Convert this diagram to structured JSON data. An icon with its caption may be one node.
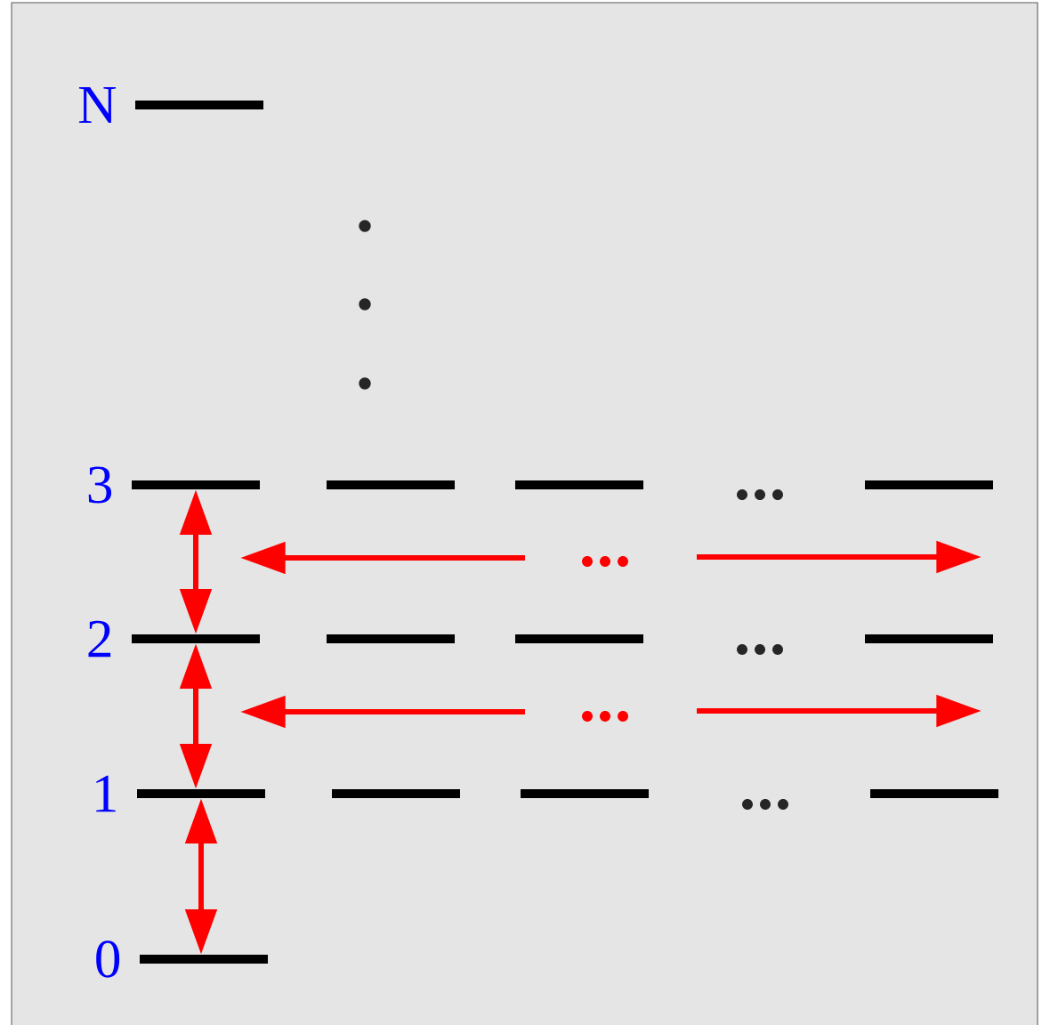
{
  "diagram": {
    "nodes": [
      {
        "text": [],
        "shape": "bar",
        "beside": [
          "N"
        ]
      },
      {
        "text": [],
        "shape": "bar",
        "beside": [
          "3"
        ]
      },
      {
        "text": [],
        "shape": "bar"
      },
      {
        "text": [],
        "shape": "bar"
      },
      {
        "text": [],
        "shape": "bar"
      },
      {
        "text": [],
        "shape": "bar",
        "beside": [
          "2"
        ]
      },
      {
        "text": [],
        "shape": "bar"
      },
      {
        "text": [],
        "shape": "bar"
      },
      {
        "text": [],
        "shape": "bar"
      },
      {
        "text": [],
        "shape": "bar",
        "beside": [
          "1"
        ]
      },
      {
        "text": [],
        "shape": "bar"
      },
      {
        "text": [],
        "shape": "bar"
      },
      {
        "text": [],
        "shape": "bar"
      },
      {
        "text": [],
        "shape": "bar",
        "beside": [
          "0"
        ]
      }
    ],
    "edges": [
      {
        "from": 1,
        "to": 5,
        "arrow": "both"
      },
      {
        "from": 5,
        "to": 9,
        "arrow": "both"
      },
      {
        "from": 9,
        "to": 13,
        "arrow": "both"
      }
    ]
  }
}
